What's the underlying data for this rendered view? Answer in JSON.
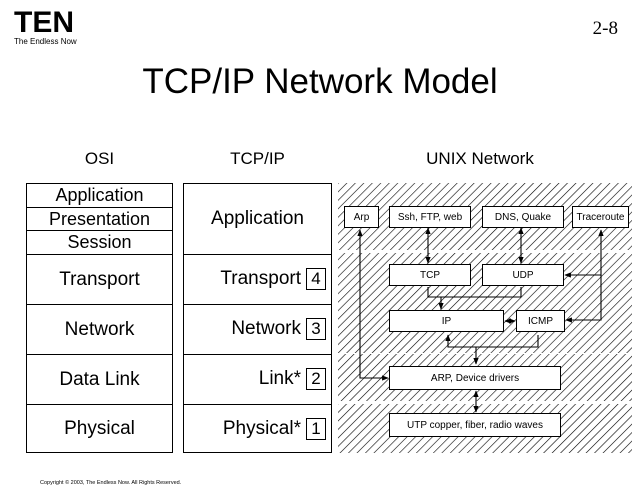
{
  "logo": {
    "mark": "TEN",
    "tagline": "The Endless Now"
  },
  "page_number": "2-8",
  "title": "TCP/IP Network Model",
  "columns": {
    "osi": "OSI",
    "tcpip": "TCP/IP",
    "unix": "UNIX Network"
  },
  "osi_layers": {
    "application": "Application",
    "presentation": "Presentation",
    "session": "Session",
    "transport": "Transport",
    "network": "Network",
    "data_link": "Data Link",
    "physical": "Physical"
  },
  "tcpip_layers": {
    "application": "Application",
    "transport": {
      "label": "Transport",
      "number": "4"
    },
    "network": {
      "label": "Network",
      "number": "3"
    },
    "link": {
      "label": "Link*",
      "number": "2"
    },
    "physical": {
      "label": "Physical*",
      "number": "1"
    }
  },
  "unix_network": {
    "arp": "Arp",
    "ssh": "Ssh, FTP, web",
    "dns": "DNS, Quake",
    "traceroute": "Traceroute",
    "tcp": "TCP",
    "udp": "UDP",
    "ip": "IP",
    "icmp": "ICMP",
    "arp_drivers": "ARP, Device drivers",
    "media": "UTP copper, fiber, radio waves"
  },
  "copyright": "Copyright © 2003, The Endless Now. All Rights Reserved."
}
